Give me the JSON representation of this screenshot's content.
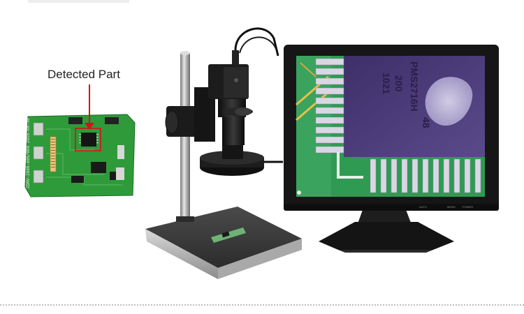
{
  "callout": {
    "label": "Detected Part"
  },
  "chip_marking": {
    "line1": "200",
    "line2": "PMS2716H",
    "line3": "1021",
    "line4": "48"
  },
  "pcb_silkscreen": {
    "text": "ZDRV-2008-005/000 2016-08-30"
  },
  "monitor": {
    "panel_labels": [
      "AUTO",
      "MENU",
      "POWER"
    ]
  },
  "colors": {
    "pcb_green": "#2f9a3a",
    "pcb_dark": "#1f6e28",
    "silkscreen": "#e8f2e8",
    "die_purple": "#4b3a7a",
    "pad_silver": "#d9d7e4",
    "stand_gray": "#3a3a3a",
    "arrow_red": "#d4121a"
  },
  "icons": [
    "pcb-board",
    "microscope-camera",
    "lcd-monitor",
    "arrow-down-icon"
  ]
}
